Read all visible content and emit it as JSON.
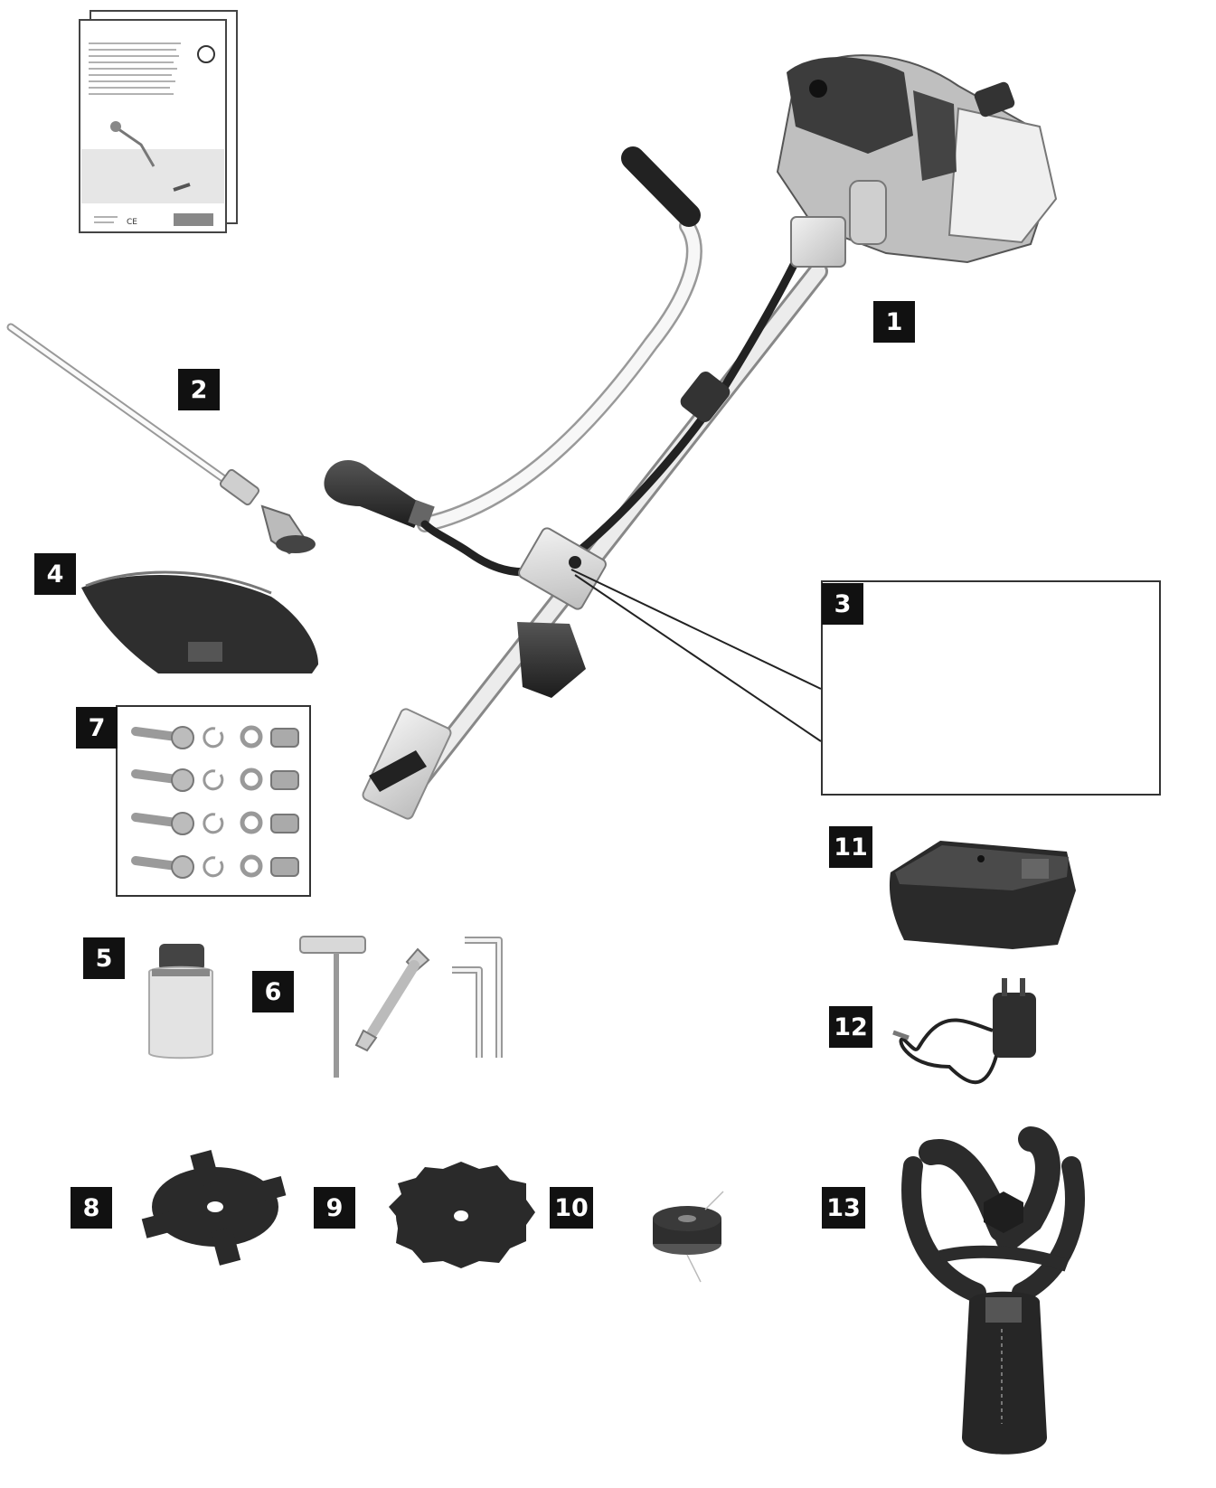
{
  "labels": {
    "l1": "1",
    "l2": "2",
    "l3": "3",
    "l4": "4",
    "l5": "5",
    "l6": "6",
    "l7": "7",
    "l8": "8",
    "l9": "9",
    "l10": "10",
    "l11": "11",
    "l12": "12",
    "l13": "13"
  },
  "manual": {
    "ce_mark": "CE"
  },
  "colors": {
    "ink": "#111111",
    "body_gray": "#9a9a9a",
    "light_gray": "#d8d8d8",
    "dark": "#2a2a2a"
  }
}
